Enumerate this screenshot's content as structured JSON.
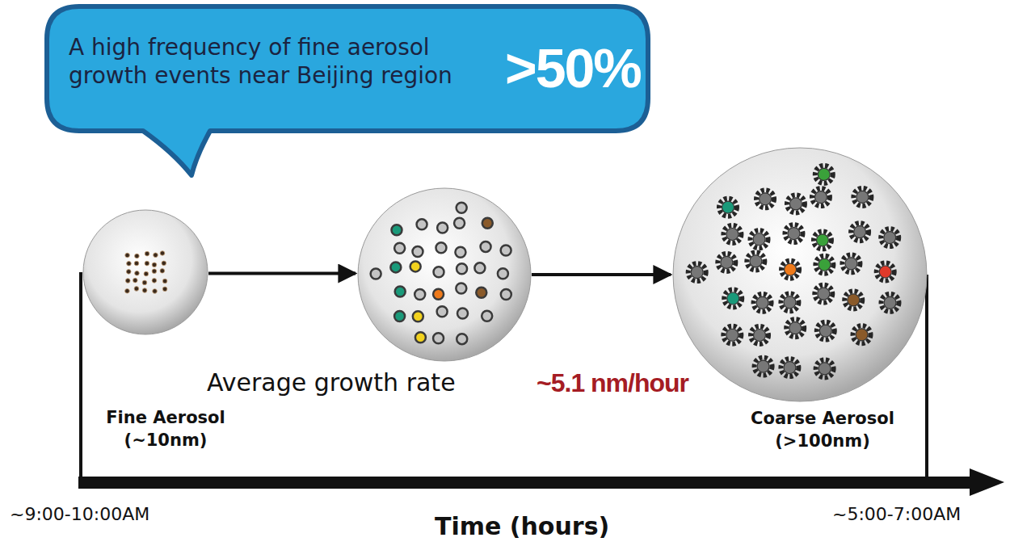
{
  "diagram": {
    "nodes": [
      {
        "text": [
          "A high frequency of fine aerosol growth events near Beijing region",
          ">50%"
        ]
      },
      {
        "text": [
          "Fine Aerosol (~10nm)"
        ]
      },
      {
        "text": [
          "Average growth rate",
          "~5.1 nm/hour"
        ]
      },
      {
        "text": [
          "Coarse Aerosol (>100nm)"
        ]
      }
    ],
    "edges": [
      {
        "from": 1,
        "to": 2,
        "arrow": "to"
      },
      {
        "from": 2,
        "to": 3,
        "arrow": "to"
      }
    ],
    "labels": [
      "~9:00-10:00AM",
      "Time (hours)",
      "~5:00-7:00AM"
    ]
  }
}
